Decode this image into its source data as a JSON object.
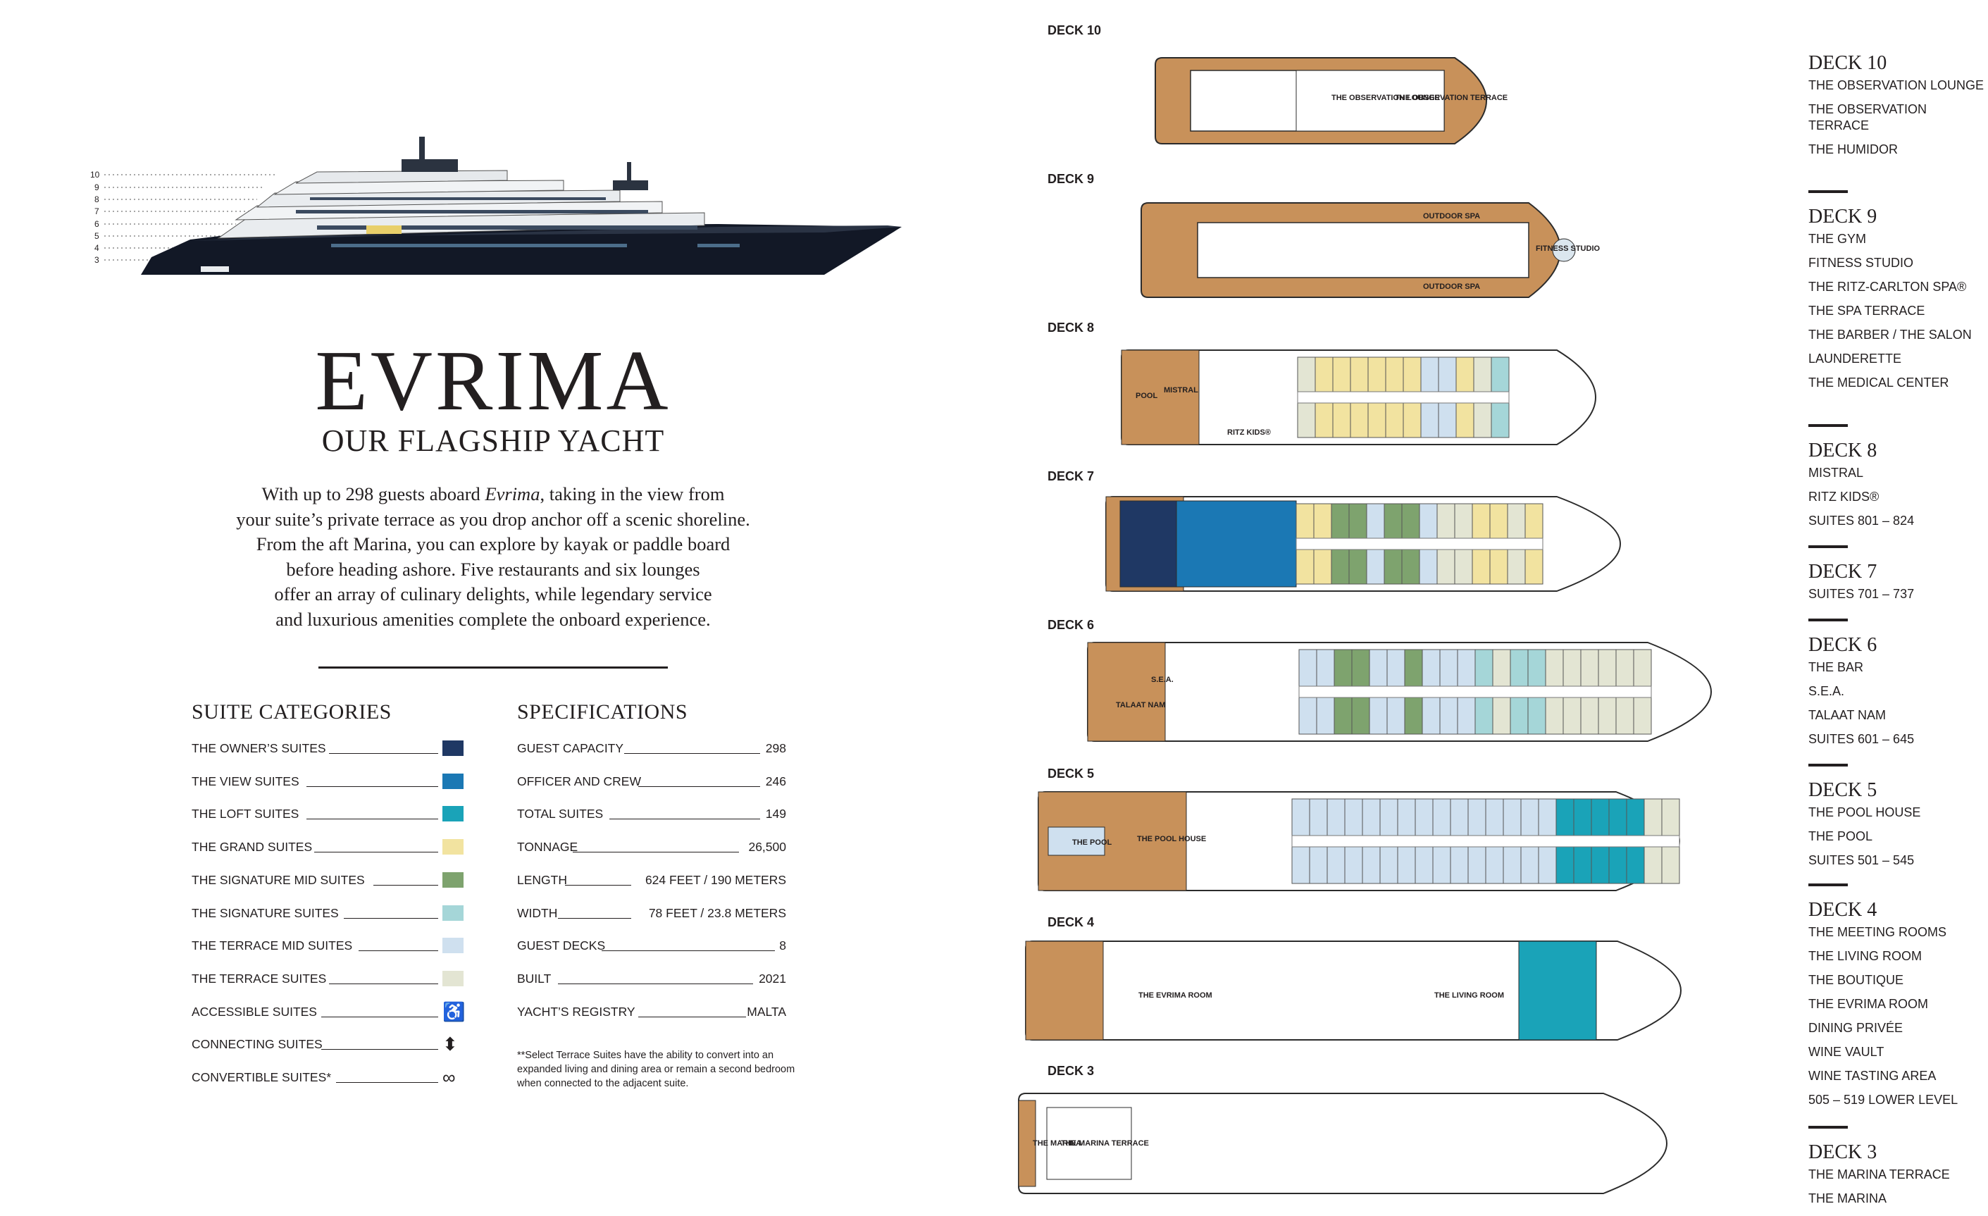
{
  "ship_levels": [
    "10",
    "9",
    "8",
    "7",
    "6",
    "5",
    "4",
    "3"
  ],
  "title": "EVRIMA",
  "subtitle": "OUR FLAGSHIP YACHT",
  "intro": [
    "With up to 298 guests aboard Evrima, taking in the view from",
    "your suite’s private terrace as you drop anchor off a scenic shoreline.",
    "From the aft Marina, you can explore by kayak or paddle board",
    "before heading ashore. Five restaurants and six lounges",
    "offer an array of culinary delights, while legendary service",
    "and luxurious amenities complete the onboard experience."
  ],
  "suite_categories": {
    "heading": "SUITE CATEGORIES",
    "items": [
      {
        "label": "THE OWNER’S SUITES",
        "color": "#1f3864",
        "kind": "swatch"
      },
      {
        "label": "THE VIEW SUITES",
        "color": "#1b78b4",
        "kind": "swatch"
      },
      {
        "label": "THE LOFT SUITES",
        "color": "#1aa3b8",
        "kind": "swatch"
      },
      {
        "label": "THE GRAND SUITES",
        "color": "#f2e3a0",
        "kind": "swatch"
      },
      {
        "label": "THE SIGNATURE MID SUITES",
        "color": "#7ea36e",
        "kind": "swatch"
      },
      {
        "label": "THE SIGNATURE SUITES",
        "color": "#a5d6d8",
        "kind": "swatch"
      },
      {
        "label": "THE TERRACE MID SUITES",
        "color": "#cfe0ef",
        "kind": "swatch"
      },
      {
        "label": "THE TERRACE SUITES",
        "color": "#e3e5d3",
        "kind": "swatch"
      },
      {
        "label": "ACCESSIBLE SUITES",
        "symbol": "♿",
        "kind": "symbol"
      },
      {
        "label": "CONNECTING SUITES",
        "symbol": "⬍",
        "kind": "symbol"
      },
      {
        "label": "CONVERTIBLE SUITES*",
        "symbol": "∞",
        "kind": "symbol"
      }
    ]
  },
  "specifications": {
    "heading": "SPECIFICATIONS",
    "items": [
      {
        "label": "GUEST CAPACITY",
        "value": "298"
      },
      {
        "label": "OFFICER AND CREW",
        "value": "246"
      },
      {
        "label": "TOTAL SUITES",
        "value": "149"
      },
      {
        "label": "TONNAGE",
        "value": "26,500"
      },
      {
        "label": "LENGTH",
        "value": "624 FEET / 190 METERS"
      },
      {
        "label": "WIDTH",
        "value": "78 FEET / 23.8 METERS"
      },
      {
        "label": "GUEST DECKS",
        "value": "8"
      },
      {
        "label": "BUILT",
        "value": "2021"
      },
      {
        "label": "YACHT’S REGISTRY",
        "value": "MALTA"
      }
    ],
    "footnote": "**Select Terrace Suites have the ability to convert into an expanded living and dining area or remain a second bedroom when connected to the adjacent suite."
  },
  "deck_plans": [
    {
      "label": "DECK 10",
      "venues": [
        "THE OBSERVATION LOUNGE",
        "THE OBSERVATION TERRACE"
      ]
    },
    {
      "label": "DECK 9",
      "venues": [
        "OUTDOOR SPA",
        "OUTDOOR SPA",
        "FITNESS STUDIO"
      ]
    },
    {
      "label": "DECK 8",
      "venues": [
        "MISTRAL",
        "RITZ KIDS®",
        "POOL"
      ]
    },
    {
      "label": "DECK 7",
      "venues": []
    },
    {
      "label": "DECK 6",
      "venues": [
        "S.E.A.",
        "TALAAT NAM"
      ]
    },
    {
      "label": "DECK 5",
      "venues": [
        "THE POOL",
        "THE POOL HOUSE"
      ]
    },
    {
      "label": "DECK 4",
      "venues": [
        "THE EVRIMA ROOM",
        "THE LIVING ROOM"
      ]
    },
    {
      "label": "DECK 3",
      "venues": [
        "THE MARINA TERRACE",
        "THE MARINA"
      ]
    }
  ],
  "deck_legend": [
    {
      "heading": "DECK 10",
      "items": [
        "THE OBSERVATION LOUNGE",
        "THE OBSERVATION TERRACE",
        "THE HUMIDOR"
      ]
    },
    {
      "heading": "DECK 9",
      "items": [
        "THE GYM",
        "FITNESS STUDIO",
        "THE RITZ-CARLTON SPA®",
        "THE SPA TERRACE",
        "THE BARBER / THE SALON",
        "LAUNDERETTE",
        "THE MEDICAL CENTER"
      ]
    },
    {
      "heading": "DECK 8",
      "items": [
        "MISTRAL",
        "RITZ KIDS®",
        "SUITES 801 – 824"
      ]
    },
    {
      "heading": "DECK 7",
      "items": [
        "SUITES 701 – 737"
      ]
    },
    {
      "heading": "DECK 6",
      "items": [
        "THE BAR",
        "S.E.A.",
        "TALAAT NAM",
        "SUITES 601 – 645"
      ]
    },
    {
      "heading": "DECK 5",
      "items": [
        "THE POOL HOUSE",
        "THE POOL",
        "SUITES 501 – 545"
      ]
    },
    {
      "heading": "DECK 4",
      "items": [
        "THE MEETING ROOMS",
        "THE LIVING ROOM",
        "THE BOUTIQUE",
        "THE EVRIMA ROOM",
        "DINING PRIVÉE",
        "WINE VAULT",
        "WINE TASTING AREA",
        "505 – 519 LOWER LEVEL"
      ]
    },
    {
      "heading": "DECK 3",
      "items": [
        "THE MARINA TERRACE",
        "THE MARINA"
      ]
    }
  ]
}
